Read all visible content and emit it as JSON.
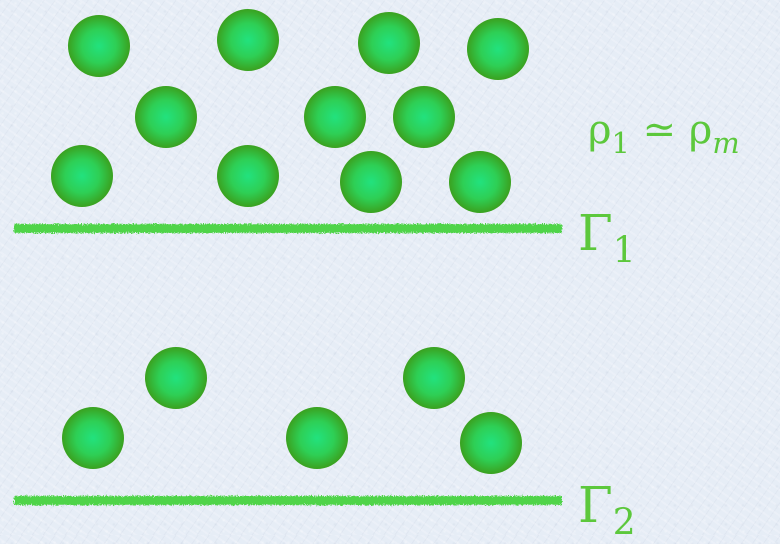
{
  "colors": {
    "particle_center": "#22e27e",
    "particle_edge": "#3aa11f",
    "boundary": "#4fd44a",
    "label": "#5cc83c",
    "background": "#e6edf6"
  },
  "labels": {
    "density_rho": "ρ",
    "density_sub1": "1",
    "density_relation": " ≃ ",
    "density_rho2": "ρ",
    "density_subm": "m",
    "gamma1_symbol": "Γ",
    "gamma1_sub": "1",
    "gamma2_symbol": "Γ",
    "gamma2_sub": "2"
  },
  "layers": [
    {
      "name": "layer-1",
      "boundary": "Γ1",
      "particle_count": 11
    },
    {
      "name": "layer-2",
      "boundary": "Γ2",
      "particle_count": 5
    }
  ]
}
